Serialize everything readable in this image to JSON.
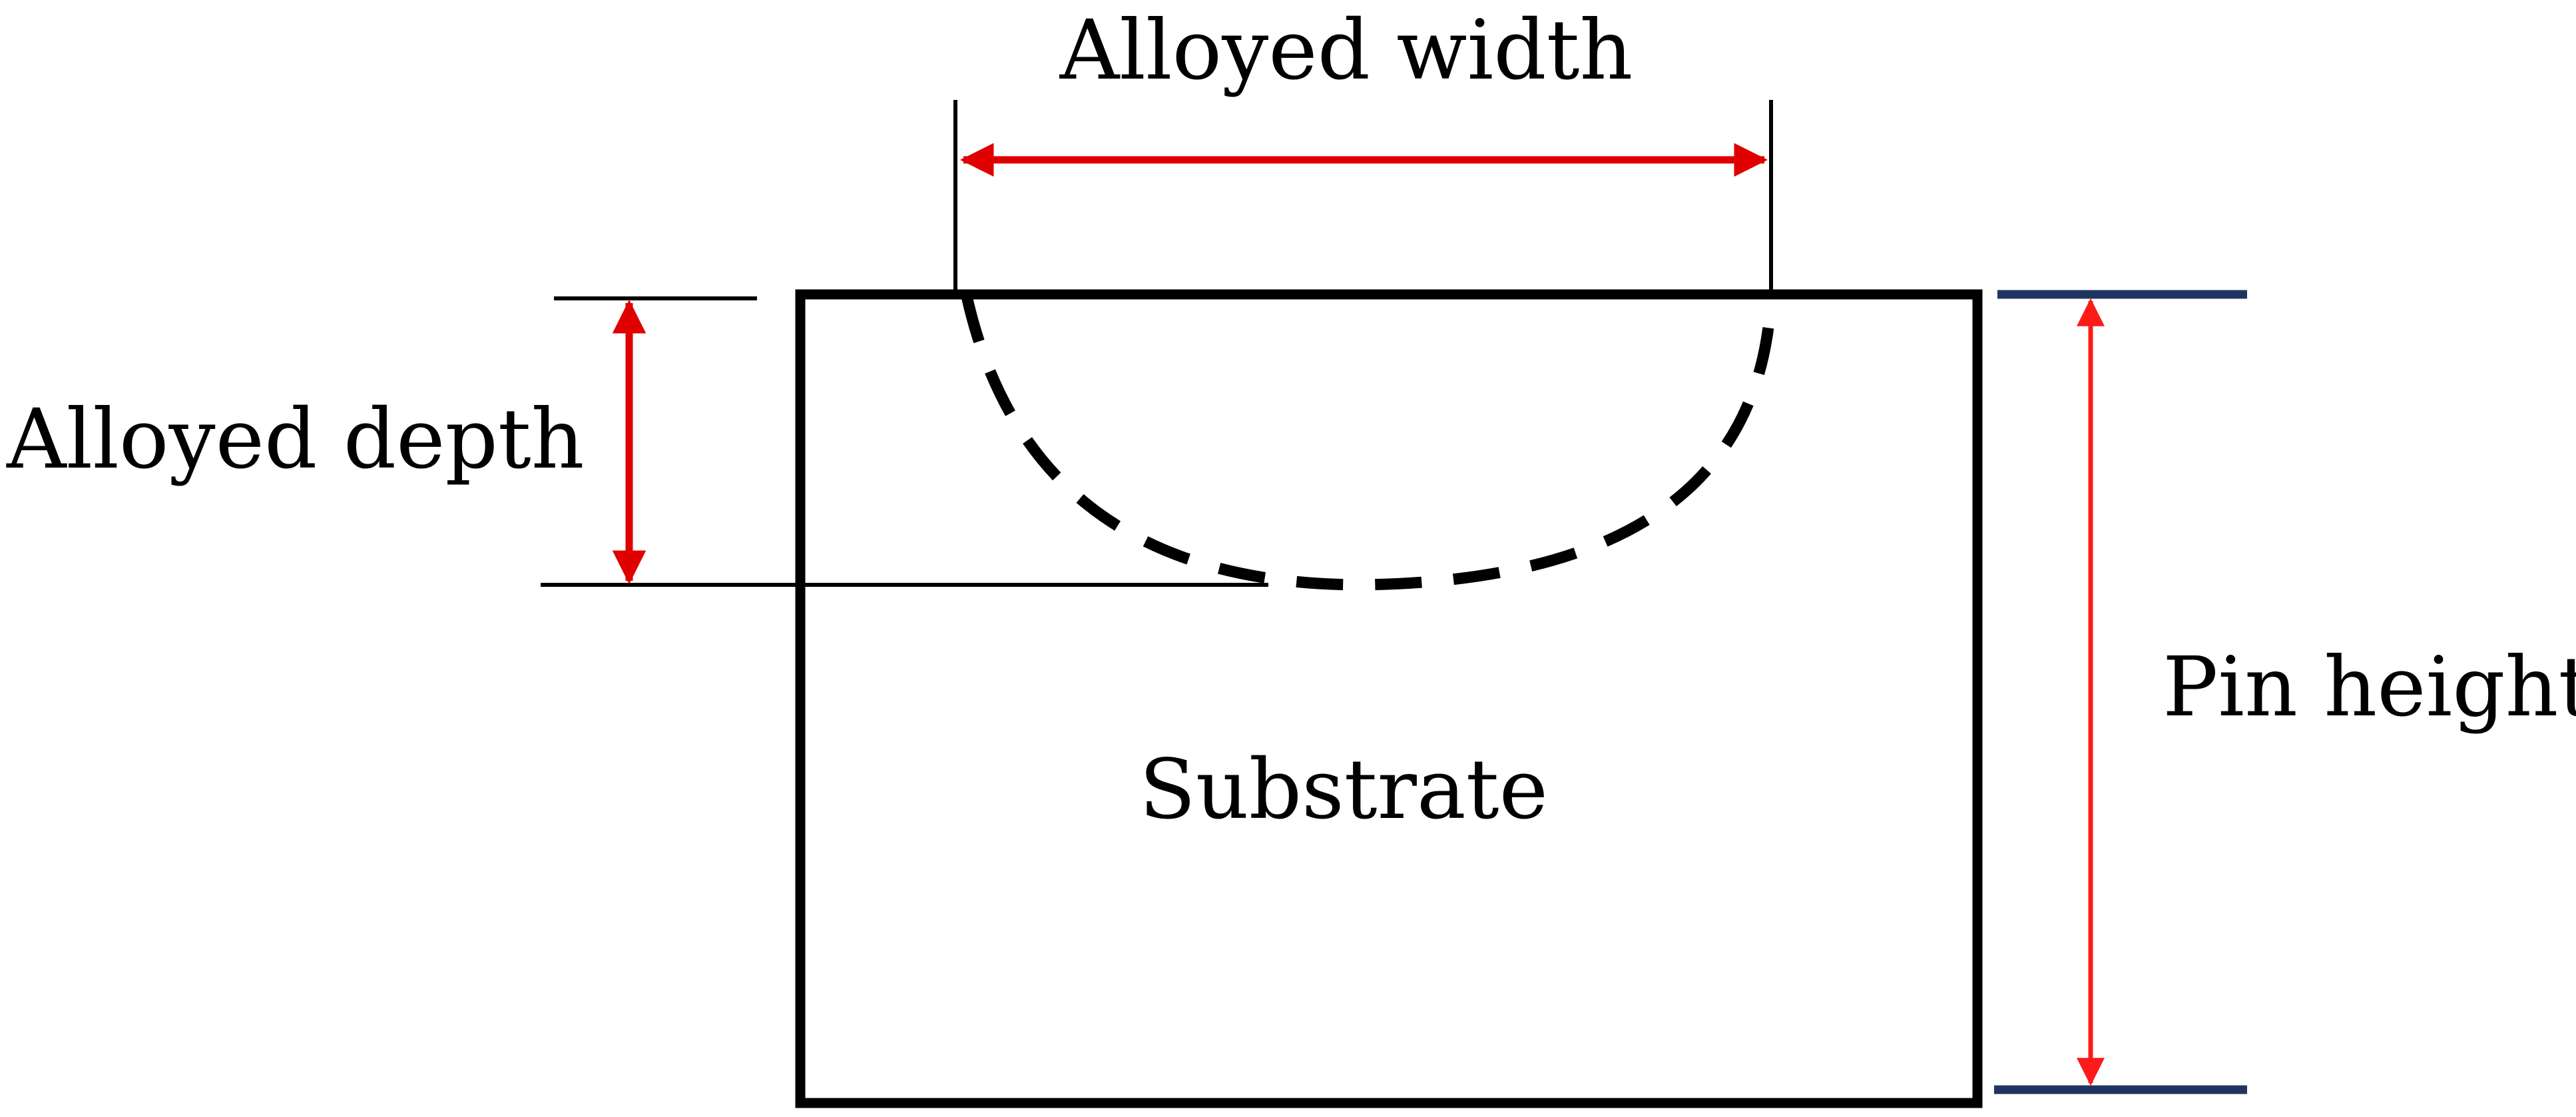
{
  "labels": {
    "alloyed_width": "Alloyed width",
    "alloyed_depth": "Alloyed depth",
    "pin_height": "Pin height",
    "substrate": "Substrate"
  },
  "colors": {
    "outline": "#000000",
    "dimension_arrow": "#e00000",
    "pin_height_arrow": "#ff1a1a",
    "pin_height_ticks": "#1f3560",
    "background": "#ffffff"
  }
}
